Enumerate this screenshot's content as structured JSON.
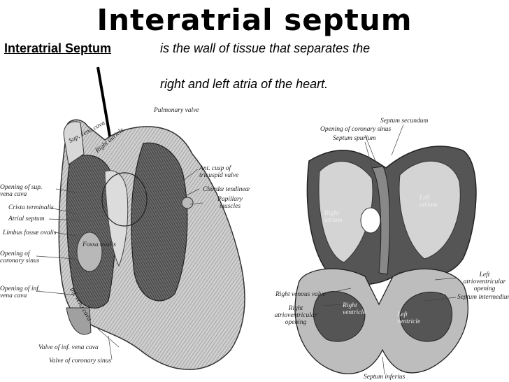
{
  "slide": {
    "title": "Interatrial septum",
    "term": "Interatrial Septum",
    "definition_line1": "is the wall of tissue that separates the",
    "definition_line2": "right and left atria of the heart."
  },
  "left_figure": {
    "labels": {
      "pulmonary_valve": "Pulmonary valve",
      "sup_vena_cava": "Sup. vena cava",
      "right_auricle": "Right auricle",
      "ant_cusp": "Ant. cusp of tricuspid valve",
      "chordae": "Chordæ tendineæ",
      "papillary": "Papillary muscles",
      "opening_sup_vena": "Opening of sup. vena cava",
      "crista": "Crista terminalis",
      "atrial_septum": "Atrial septum",
      "limbus": "Limbus fossæ ovalis",
      "fossa": "Fossa ovalis",
      "opening_coronary": "Opening of coronary sinus",
      "opening_inf_vena": "Opening of inf. vena cava",
      "inf_vena_cava": "Inf. vena cava",
      "valve_inf_vena": "Valve of inf. vena cava",
      "valve_coronary": "Valve of coronary sinus"
    }
  },
  "right_figure": {
    "labels": {
      "septum_secundum": "Septum secundum",
      "opening_coronary_sinus": "Opening of coronary sinus",
      "septum_spurium": "Septum spurium",
      "right_atrium": "Right atrium",
      "left_atrium": "Left atrium",
      "left_av_opening": "Left atrioventricular opening",
      "septum_intermedium": "Septum intermedium",
      "right_venous_valve": "Right venous valve",
      "right_av_opening": "Right atrioventricular opening",
      "right_ventricle": "Right ventricle",
      "left_ventricle": "Left ventricle",
      "septum_inferius": "Septum inferius"
    }
  }
}
